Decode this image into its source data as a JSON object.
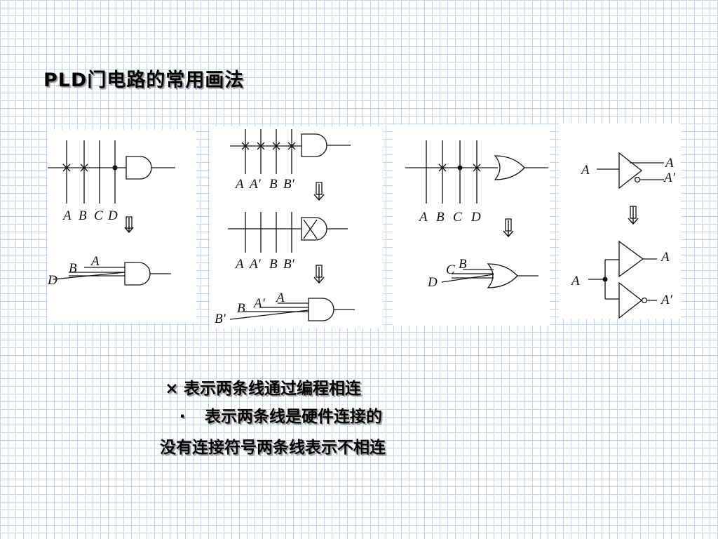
{
  "title": "PLD门电路的常用画法",
  "labels": {
    "A": "A",
    "B": "B",
    "C": "C",
    "D": "D",
    "Ap": "A′",
    "Bp": "B′"
  },
  "legend": {
    "line1_symbol": "×",
    "line1_text": "表示两条线通过编程相连",
    "line2_symbol": "·",
    "line2_text": "表示两条线是硬件连接的",
    "line3_text": "没有连接符号两条线表示不相连"
  }
}
